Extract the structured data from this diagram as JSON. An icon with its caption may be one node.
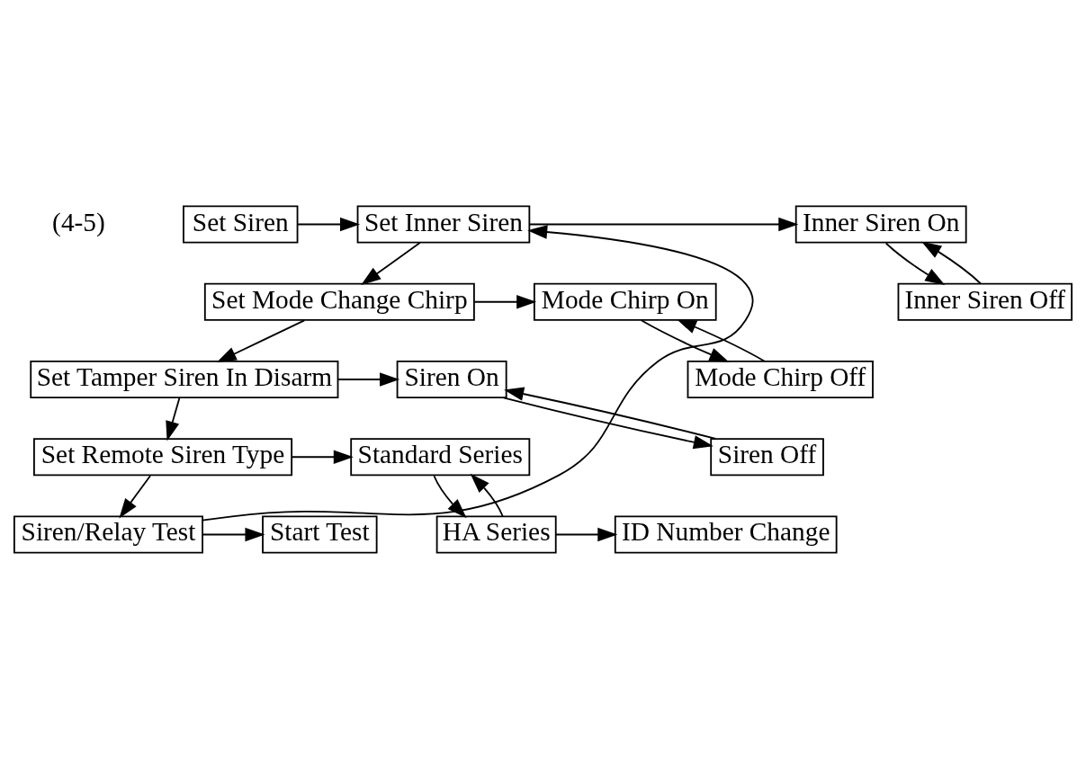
{
  "diagram": {
    "nodes": [
      {
        "text": [
          "Set Siren"
        ],
        "beside": [
          "(4-5)"
        ]
      },
      {
        "text": [
          "Set Inner Siren"
        ]
      },
      {
        "text": [
          "Inner Siren On"
        ]
      },
      {
        "text": [
          "Inner Siren Off"
        ]
      },
      {
        "text": [
          "Set Mode Change Chirp"
        ]
      },
      {
        "text": [
          "Mode Chirp On"
        ]
      },
      {
        "text": [
          "Mode Chirp Off"
        ]
      },
      {
        "text": [
          "Set Tamper Siren In Disarm"
        ]
      },
      {
        "text": [
          "Siren On"
        ]
      },
      {
        "text": [
          "Siren Off"
        ]
      },
      {
        "text": [
          "Set Remote Siren Type"
        ]
      },
      {
        "text": [
          "Standard Series"
        ]
      },
      {
        "text": [
          "HA Series"
        ]
      },
      {
        "text": [
          "ID Number Change"
        ]
      },
      {
        "text": [
          "Siren/Relay Test"
        ]
      },
      {
        "text": [
          "Start Test"
        ]
      }
    ],
    "edges": [
      {
        "from": 0,
        "to": 1,
        "arrow": "to"
      },
      {
        "from": 1,
        "to": 2,
        "arrow": "to"
      },
      {
        "from": 2,
        "to": 3,
        "arrow": "to"
      },
      {
        "from": 3,
        "to": 2,
        "arrow": "to"
      },
      {
        "from": 1,
        "to": 4,
        "arrow": "to"
      },
      {
        "from": 4,
        "to": 5,
        "arrow": "to"
      },
      {
        "from": 5,
        "to": 6,
        "arrow": "to"
      },
      {
        "from": 6,
        "to": 5,
        "arrow": "to"
      },
      {
        "from": 4,
        "to": 7,
        "arrow": "to"
      },
      {
        "from": 7,
        "to": 8,
        "arrow": "to"
      },
      {
        "from": 8,
        "to": 9,
        "arrow": "to"
      },
      {
        "from": 9,
        "to": 8,
        "arrow": "to"
      },
      {
        "from": 7,
        "to": 10,
        "arrow": "to"
      },
      {
        "from": 10,
        "to": 11,
        "arrow": "to"
      },
      {
        "from": 11,
        "to": 12,
        "arrow": "to"
      },
      {
        "from": 12,
        "to": 11,
        "arrow": "to"
      },
      {
        "from": 12,
        "to": 13,
        "arrow": "to"
      },
      {
        "from": 10,
        "to": 14,
        "arrow": "to"
      },
      {
        "from": 14,
        "to": 15,
        "arrow": "to"
      },
      {
        "from": 14,
        "to": 1,
        "arrow": "to"
      }
    ]
  }
}
